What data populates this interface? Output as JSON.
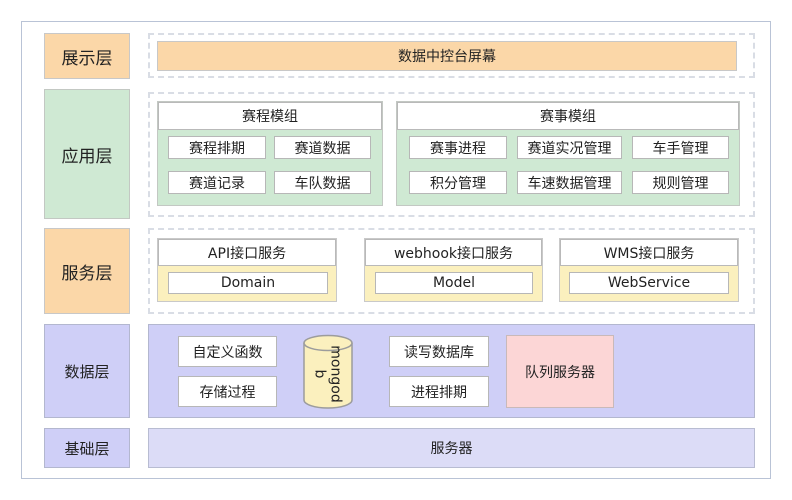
{
  "layers": {
    "presentation": "展示层",
    "application": "应用层",
    "service": "服务层",
    "data": "数据层",
    "base": "基础层"
  },
  "presentation": {
    "screen": "数据中控台屏幕"
  },
  "application": {
    "schedule_module": {
      "title": "赛程模组",
      "items": [
        "赛程排期",
        "赛道数据",
        "赛道记录",
        "车队数据"
      ]
    },
    "event_module": {
      "title": "赛事模组",
      "items": [
        "赛事进程",
        "赛道实况管理",
        "车手管理",
        "积分管理",
        "车速数据管理",
        "规则管理"
      ]
    }
  },
  "service": {
    "api": {
      "title": "API接口服务",
      "item": "Domain"
    },
    "webhook": {
      "title": "webhook接口服务",
      "item": "Model"
    },
    "wms": {
      "title": "WMS接口服务",
      "item": "WebService"
    }
  },
  "data": {
    "custom_function": "自定义函数",
    "stored_procedure": "存储过程",
    "db_name_line1": "mongod",
    "db_name_line2": "b",
    "read_write": "读写数据库",
    "process_schedule": "进程排期",
    "queue_server": "队列服务器"
  },
  "base": {
    "server": "服务器"
  },
  "colors": {
    "orange": "#fbd7a8",
    "green": "#cfe9d3",
    "lavender": "#cfcff7",
    "pink": "#fcd6d6",
    "cylinder": "#fbf0be"
  }
}
